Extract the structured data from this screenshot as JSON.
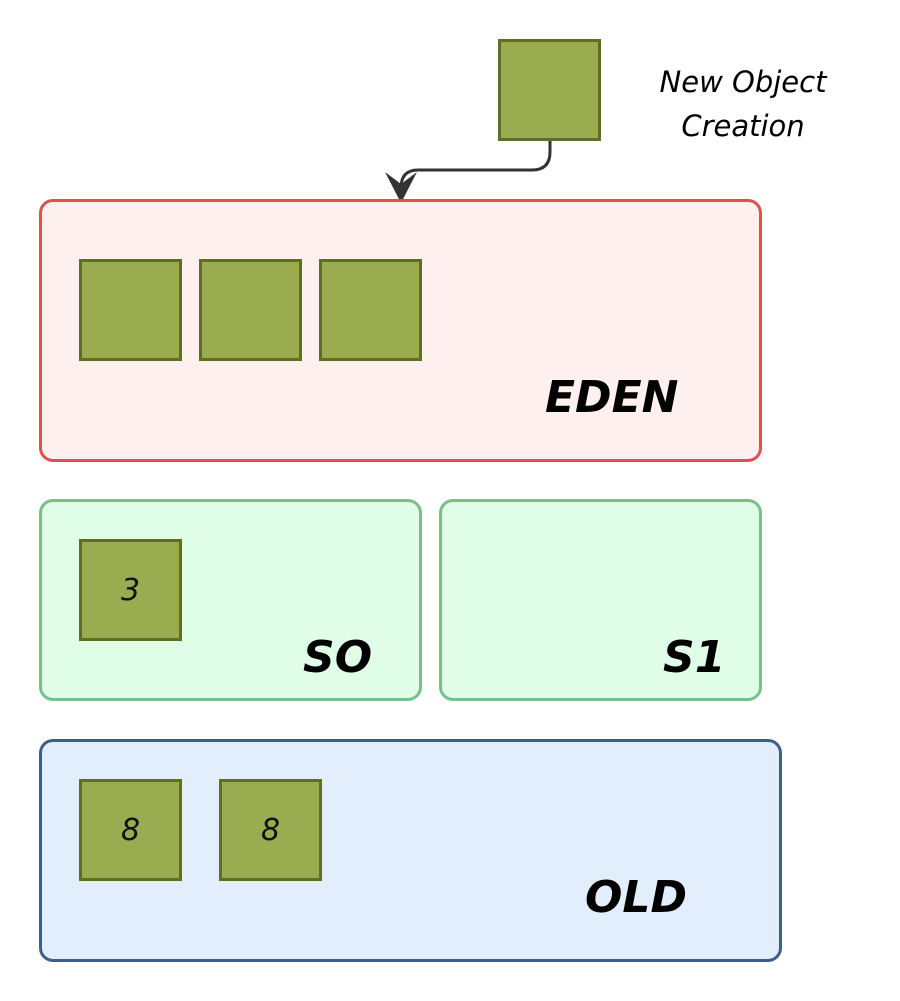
{
  "new_object": {
    "caption_line1": "New Object",
    "caption_line2": "Creation"
  },
  "eden": {
    "label": "EDEN",
    "objects": [
      "",
      "",
      ""
    ]
  },
  "s0": {
    "label": "SO",
    "objects": [
      "3"
    ]
  },
  "s1": {
    "label": "S1",
    "objects": []
  },
  "old": {
    "label": "OLD",
    "objects": [
      "8",
      "8"
    ]
  },
  "colors": {
    "object_fill": "#9aab50",
    "object_border": "#5e6e22",
    "eden_fill": "#fff0f0",
    "eden_border": "#e05050",
    "survivor_fill": "#e0fde8",
    "survivor_border": "#78c08a",
    "old_fill": "#e2eefc",
    "old_border": "#3e5f8a",
    "arrow": "#333333"
  }
}
